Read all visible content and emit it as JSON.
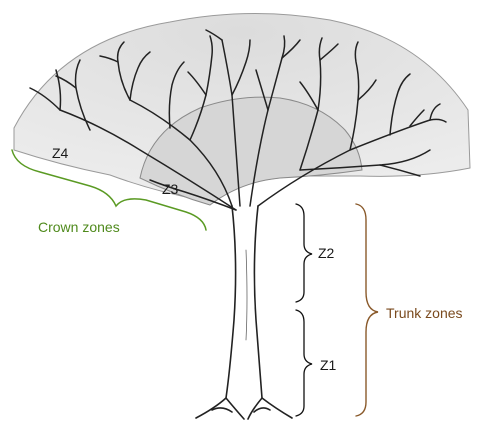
{
  "diagram": {
    "zones": {
      "z1": "Z1",
      "z2": "Z2",
      "z3": "Z3",
      "z4": "Z4"
    },
    "groups": {
      "crown": "Crown zones",
      "trunk": "Trunk zones"
    },
    "colors": {
      "outer_crown_fill": "#e8e8e8",
      "inner_crown_fill": "#d8d8d8",
      "tree_stroke": "#222222",
      "crown_brace": "#5a9a23",
      "trunk_brace": "#8a5a2b",
      "inner_brace": "#111111"
    }
  }
}
